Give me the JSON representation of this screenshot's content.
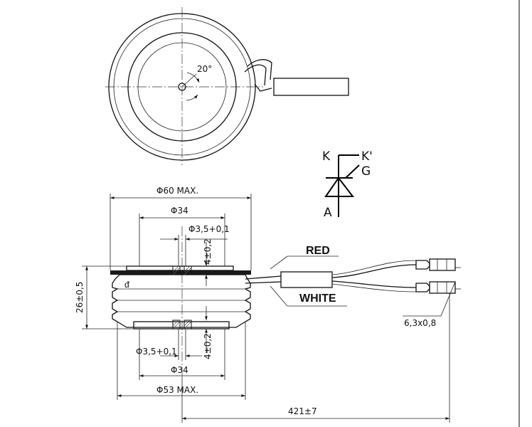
{
  "top_view": {
    "angle_label": "20°"
  },
  "symbol": {
    "cathode": "K",
    "aux_cathode": "K'",
    "gate": "G",
    "anode": "A"
  },
  "wires": {
    "red": "RED",
    "white": "WHITE"
  },
  "dimensions": {
    "d60": "Φ60 MAX.",
    "d34_top": "Φ34",
    "hole_top": "Φ3,5+0,1",
    "depth_top": "4±0,2",
    "height": "26±0,5",
    "hole_bottom": "Φ3,5+0,1",
    "depth_bottom": "4±0,2",
    "d34_bottom": "Φ34",
    "d53": "Φ53 MAX.",
    "tab": "6,3x0,8",
    "lead_length": "421±7"
  }
}
